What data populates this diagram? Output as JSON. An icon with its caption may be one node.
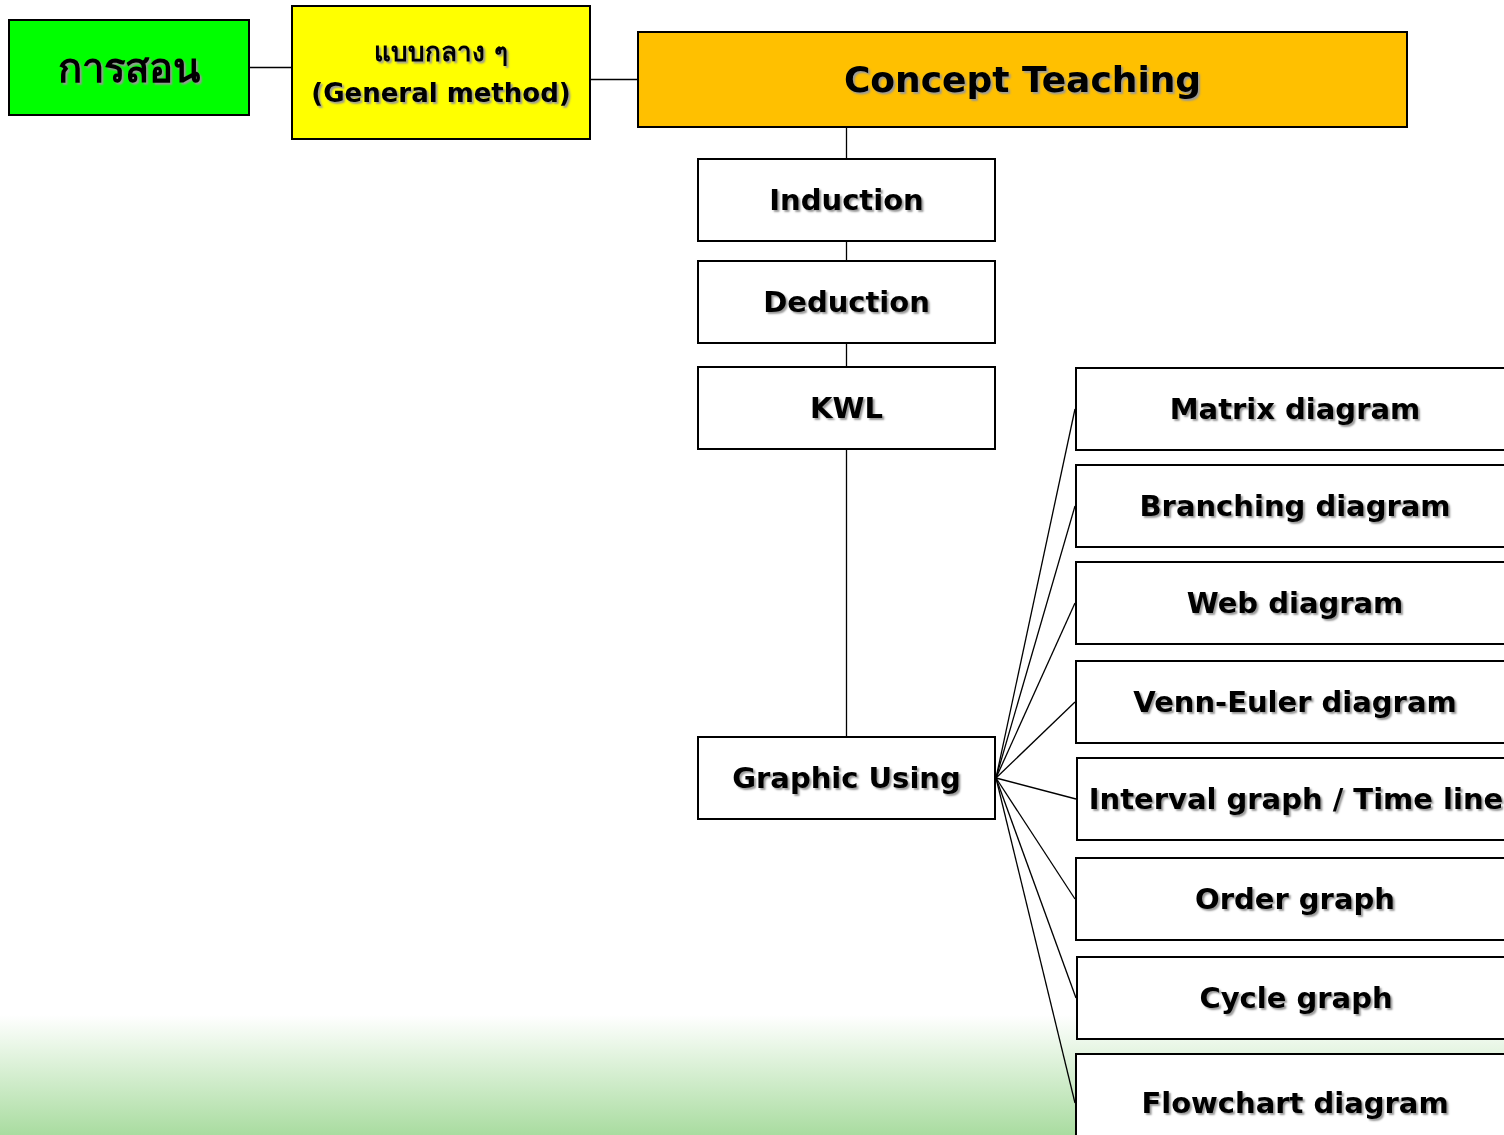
{
  "diagram": {
    "nodes": [
      {
        "text": [
          "การสอน"
        ]
      },
      {
        "text": [
          "แบบกลาง ๆ",
          "(General method)"
        ]
      },
      {
        "text": [
          "Concept Teaching"
        ]
      },
      {
        "text": [
          "Induction"
        ]
      },
      {
        "text": [
          "Deduction"
        ]
      },
      {
        "text": [
          "KWL"
        ]
      },
      {
        "text": [
          "Graphic Using"
        ]
      },
      {
        "text": [
          "Matrix diagram"
        ]
      },
      {
        "text": [
          "Branching diagram"
        ]
      },
      {
        "text": [
          "Web diagram"
        ]
      },
      {
        "text": [
          "Venn-Euler diagram"
        ]
      },
      {
        "text": [
          "Interval graph / Time line"
        ]
      },
      {
        "text": [
          "Order graph"
        ]
      },
      {
        "text": [
          "Cycle graph"
        ]
      },
      {
        "text": [
          "Flowchart diagram"
        ]
      }
    ],
    "edges": [
      {
        "from": 0,
        "to": 1,
        "arrow": "none"
      },
      {
        "from": 1,
        "to": 2,
        "arrow": "none"
      },
      {
        "from": 2,
        "to": 3,
        "arrow": "none"
      },
      {
        "from": 3,
        "to": 4,
        "arrow": "none"
      },
      {
        "from": 4,
        "to": 5,
        "arrow": "none"
      },
      {
        "from": 5,
        "to": 6,
        "arrow": "none"
      },
      {
        "from": 6,
        "to": 7,
        "arrow": "none"
      },
      {
        "from": 6,
        "to": 8,
        "arrow": "none"
      },
      {
        "from": 6,
        "to": 9,
        "arrow": "none"
      },
      {
        "from": 6,
        "to": 10,
        "arrow": "none"
      },
      {
        "from": 6,
        "to": 11,
        "arrow": "none"
      },
      {
        "from": 6,
        "to": 12,
        "arrow": "none"
      },
      {
        "from": 6,
        "to": 13,
        "arrow": "none"
      },
      {
        "from": 6,
        "to": 14,
        "arrow": "none"
      }
    ]
  }
}
